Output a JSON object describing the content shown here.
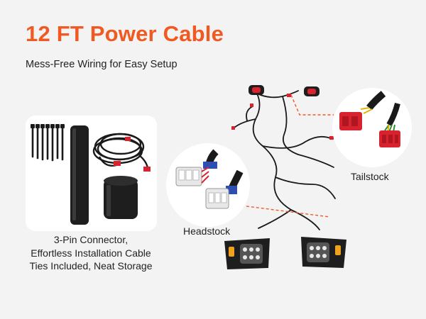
{
  "header": {
    "title": "12 FT Power Cable",
    "subtitle": "Mess-Free Wiring for Easy Setup"
  },
  "kit": {
    "caption_lines": [
      "3-Pin Connector,",
      "Effortless Installation Cable",
      "Ties Included, Neat Storage"
    ]
  },
  "labels": {
    "headstock": "Headstock",
    "tailstock": "Tailstock"
  },
  "colors": {
    "accent": "#f05a22",
    "connector_red": "#d8232f",
    "connector_white": "#e8e8e8"
  }
}
